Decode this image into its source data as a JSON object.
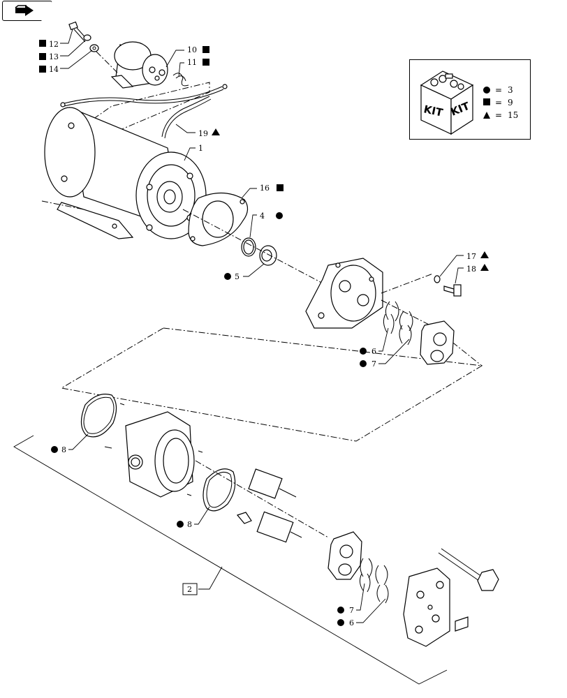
{
  "nav": {
    "icon": "arrow-right-icon"
  },
  "kit": {
    "word_left": "KIT",
    "word_right": "KIT",
    "legend": [
      {
        "symbol": "circle",
        "sep": "=",
        "value": "3"
      },
      {
        "symbol": "square",
        "sep": "=",
        "value": "9"
      },
      {
        "symbol": "triangle",
        "sep": "=",
        "value": "15"
      }
    ]
  },
  "callouts": {
    "c1": "1",
    "c2": "2",
    "c4": "4",
    "c5": "5",
    "c6a": "6",
    "c7a": "7",
    "c8a": "8",
    "c8b": "8",
    "c7b": "7",
    "c6b": "6",
    "c10": "10",
    "c11": "11",
    "c12": "12",
    "c13": "13",
    "c14": "14",
    "c16": "16",
    "c17": "17",
    "c18": "18",
    "c19": "19"
  }
}
